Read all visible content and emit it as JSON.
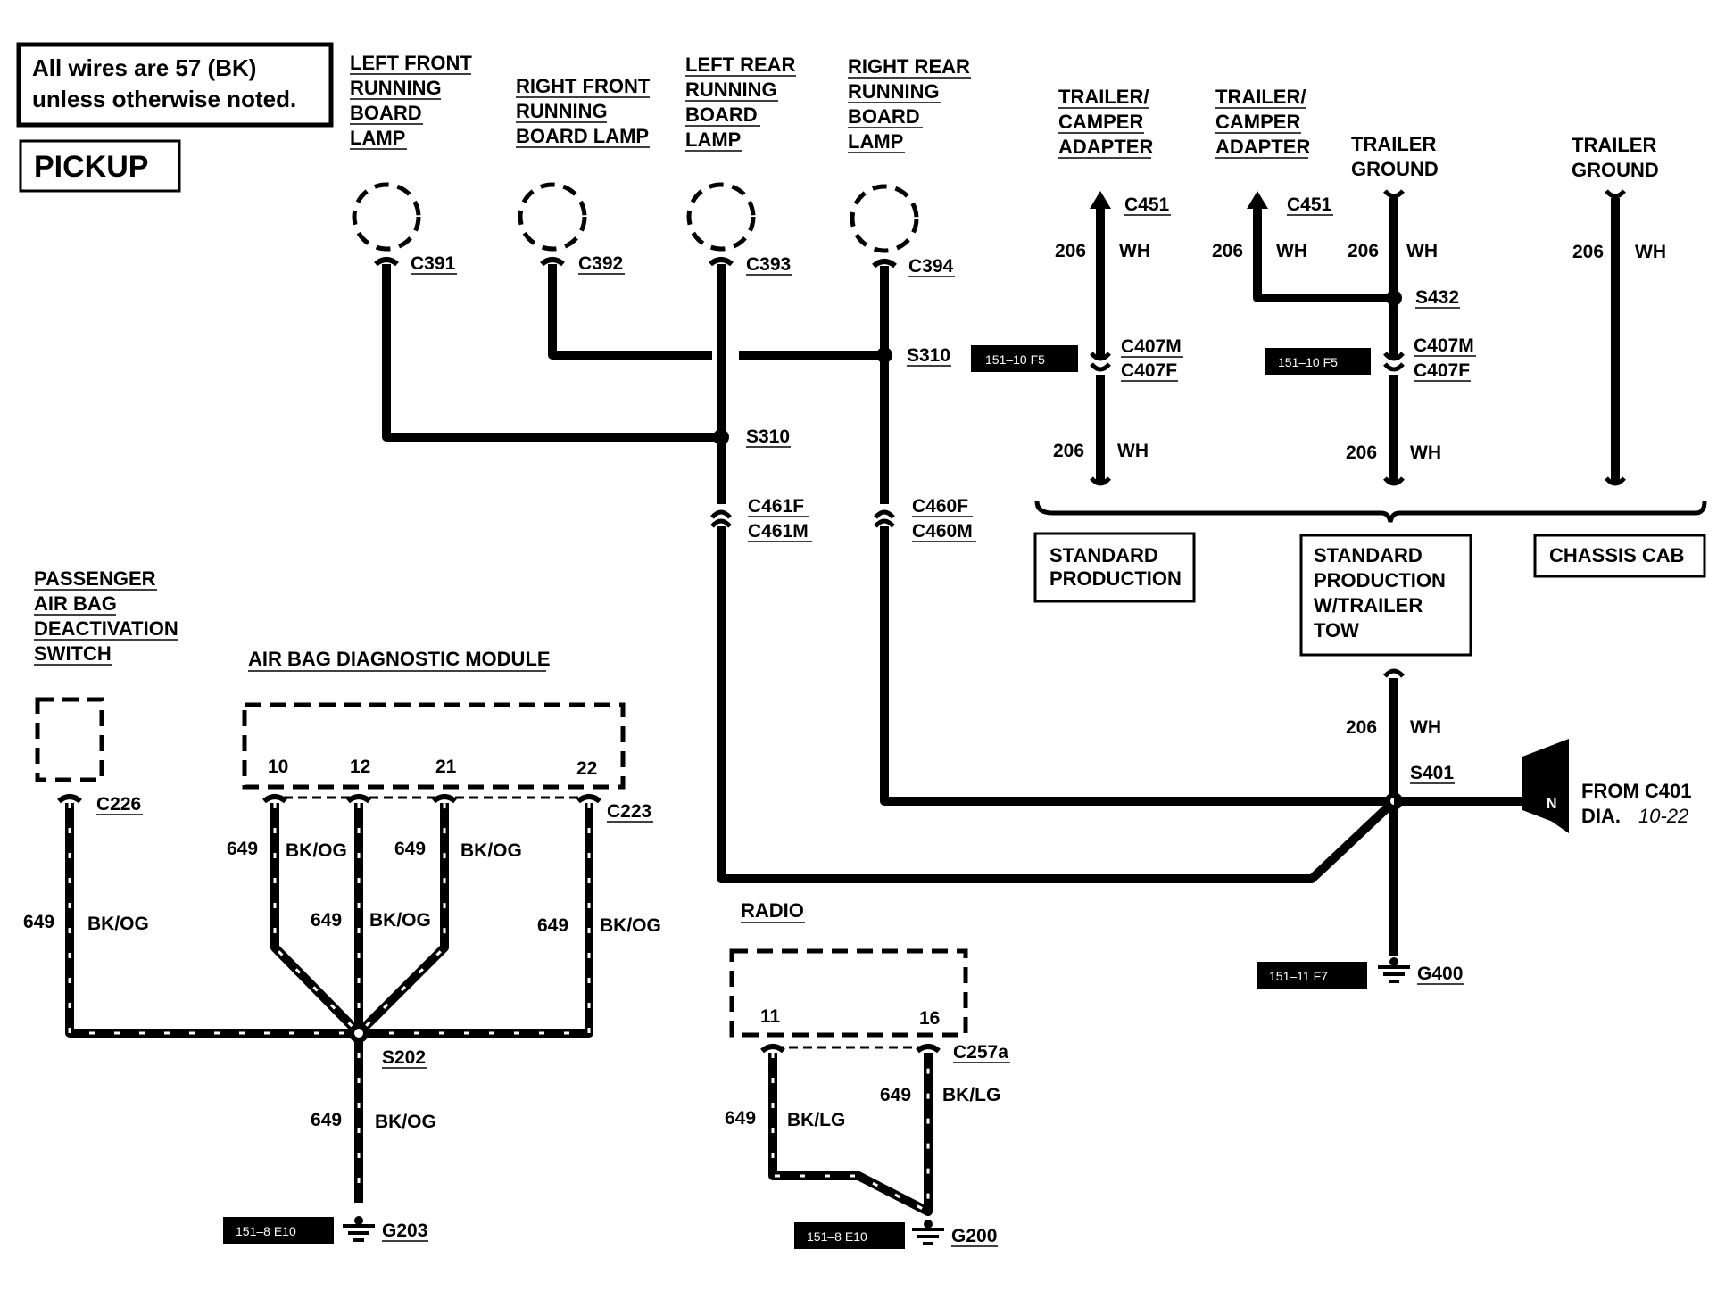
{
  "note": {
    "line1": "All wires are 57 (BK)",
    "line2": "unless otherwise noted."
  },
  "title": "PICKUP",
  "lamps": [
    {
      "lines": [
        "LEFT FRONT",
        "RUNNING",
        "BOARD",
        "LAMP"
      ],
      "connector": "C391"
    },
    {
      "lines": [
        "RIGHT FRONT",
        "RUNNING",
        "BOARD LAMP"
      ],
      "connector": "C392"
    },
    {
      "lines": [
        "LEFT REAR",
        "RUNNING",
        "BOARD",
        "LAMP"
      ],
      "connector": "C393"
    },
    {
      "lines": [
        "RIGHT REAR",
        "RUNNING",
        "BOARD",
        "LAMP"
      ],
      "connector": "C394"
    }
  ],
  "splices": {
    "s310a": "S310",
    "s310b": "S310",
    "s432": "S432",
    "s401": "S401",
    "s202": "S202"
  },
  "inline": {
    "c461f": "C461F",
    "c461m": "C461M",
    "c460f": "C460F",
    "c460m": "C460M"
  },
  "trailer": {
    "adapter1": [
      "TRAILER/",
      "CAMPER",
      "ADAPTER"
    ],
    "adapter2": [
      "TRAILER/",
      "CAMPER",
      "ADAPTER"
    ],
    "ground1": [
      "TRAILER",
      "GROUND"
    ],
    "ground2": [
      "TRAILER",
      "GROUND"
    ],
    "c451": "C451",
    "c407m": "C407M",
    "c407f": "C407F",
    "circuit": "206",
    "color": "WH"
  },
  "variants": {
    "standard": [
      "STANDARD",
      "PRODUCTION"
    ],
    "standard_tow": [
      "STANDARD",
      "PRODUCTION",
      "W/TRAILER",
      "TOW"
    ],
    "chassis": "CHASSIS CAB"
  },
  "refs": {
    "r1": "151–10 F5",
    "r2": "151–10 F5",
    "r3": "151–11 F7",
    "r4": "151–8 E10",
    "r5": "151–8 E10"
  },
  "from": {
    "letter": "N",
    "line1": "FROM C401",
    "line2": "DIA.",
    "page": "10-22"
  },
  "grounds": {
    "g400": "G400",
    "g203": "G203",
    "g200": "G200"
  },
  "airbag_switch": {
    "lines": [
      "PASSENGER",
      "AIR BAG",
      "DEACTIVATION",
      "SWITCH"
    ],
    "connector": "C226"
  },
  "airbag_module": {
    "title": "AIR BAG DIAGNOSTIC MODULE",
    "pins": [
      "10",
      "12",
      "21",
      "22"
    ],
    "connector": "C223"
  },
  "radio": {
    "title": "RADIO",
    "pins": [
      "11",
      "16"
    ],
    "connector": "C257a"
  },
  "wires": {
    "circuit": "649",
    "bkog": "BK/OG",
    "bklg": "BK/LG"
  }
}
